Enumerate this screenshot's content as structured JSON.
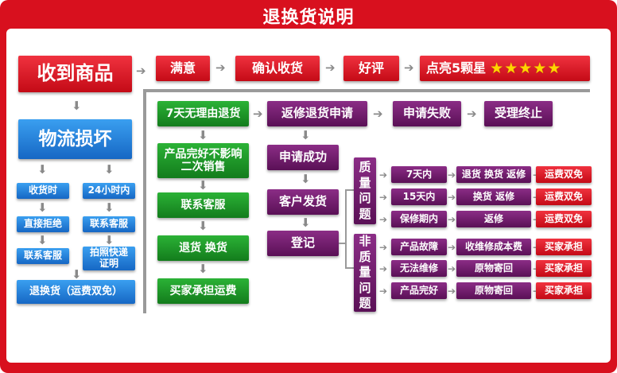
{
  "title": "退换货说明",
  "top_row": {
    "start": "收到商品",
    "steps": [
      "满意",
      "确认收货",
      "好评",
      "点亮5颗星"
    ],
    "star_count": 5
  },
  "logistics": {
    "title": "物流损坏",
    "left": [
      "收货时",
      "直接拒绝",
      "联系客服"
    ],
    "right": [
      "24小时内",
      "联系客服",
      "拍照快递证明"
    ],
    "result": "退换货（运费双免）"
  },
  "return_flow": {
    "green": [
      "7天无理由退货",
      "产品完好不影响二次销售",
      "联系客服",
      "退货 换货",
      "买家承担运费"
    ],
    "purple_top": [
      "返修退货申请",
      "申请失败",
      "受理终止"
    ],
    "purple_col": [
      "申请成功",
      "客户发货",
      "登记"
    ]
  },
  "quality": {
    "label": "质量问题",
    "rows": [
      {
        "period": "7天内",
        "action": "退货 换货 返修",
        "fee": "运费双免"
      },
      {
        "period": "15天内",
        "action": "换货 返修",
        "fee": "运费双免"
      },
      {
        "period": "保修期内",
        "action": "返修",
        "fee": "运费双免"
      }
    ]
  },
  "non_quality": {
    "label": "非质量问题",
    "rows": [
      {
        "period": "产品故障",
        "action": "收维修成本费",
        "fee": "买家承担"
      },
      {
        "period": "无法维修",
        "action": "原物寄回",
        "fee": "买家承担"
      },
      {
        "period": "产品完好",
        "action": "原物寄回",
        "fee": "买家承担"
      }
    ]
  },
  "colors": {
    "red": "#d8101e",
    "blue": "#1f7fdc",
    "green": "#1e9a28",
    "purple": "#6e1b6a",
    "star": "#ffd400",
    "arrow": "#8a8a8a"
  }
}
